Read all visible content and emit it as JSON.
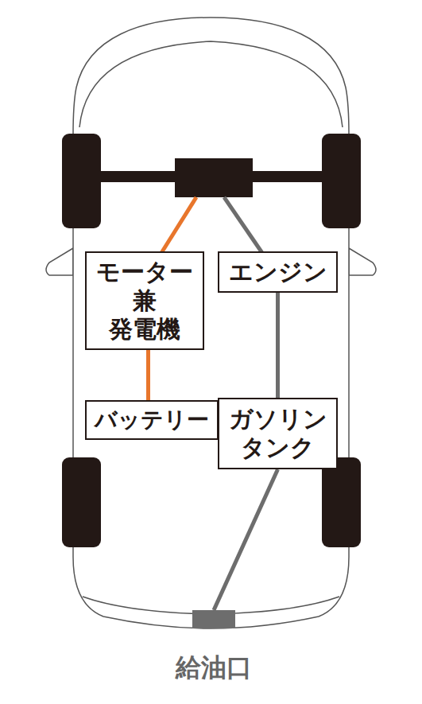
{
  "diagram": {
    "nodes": [
      {
        "text": [
          "モーター 兼 発電機"
        ]
      },
      {
        "text": [
          "エンジン"
        ]
      },
      {
        "text": [
          "バッテリー"
        ]
      },
      {
        "text": [
          "ガソリン タンク"
        ]
      },
      {
        "text": [
          "給油口"
        ]
      }
    ],
    "edges": [
      {
        "from": 0,
        "to": 2,
        "arrow": "none"
      },
      {
        "from": 1,
        "to": 3,
        "arrow": "none"
      },
      {
        "from": 3,
        "to": 4,
        "arrow": "none"
      }
    ]
  }
}
